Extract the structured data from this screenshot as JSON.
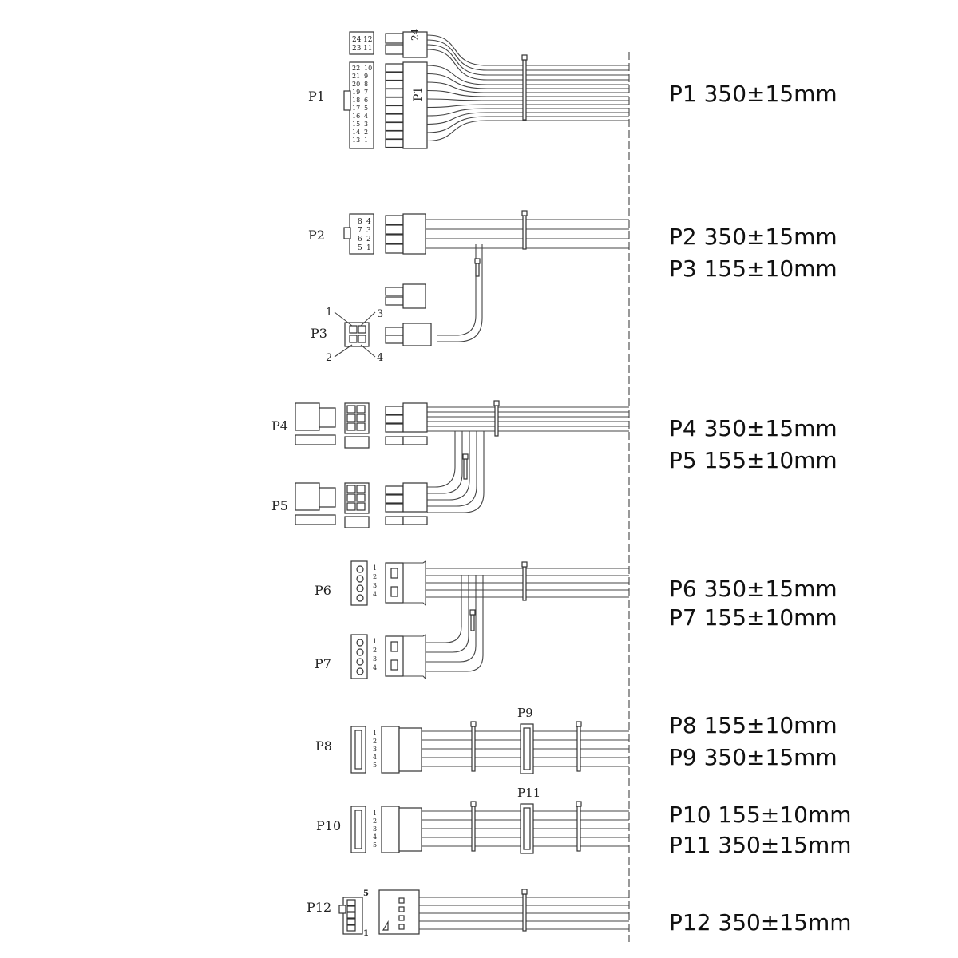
{
  "lengths": [
    {
      "label": "P1 350±15mm"
    },
    {
      "label": "P2 350±15mm"
    },
    {
      "label": "P3 155±10mm"
    },
    {
      "label": "P4 350±15mm"
    },
    {
      "label": "P5 155±10mm"
    },
    {
      "label": "P6 350±15mm"
    },
    {
      "label": "P7 155±10mm"
    },
    {
      "label": "P8 155±10mm"
    },
    {
      "label": "P9 350±15mm"
    },
    {
      "label": "P10 155±10mm"
    },
    {
      "label": "P11 350±15mm"
    },
    {
      "label": "P12 350±15mm"
    }
  ],
  "connector_labels": [
    "P1",
    "P2",
    "P3",
    "P4",
    "P5",
    "P6",
    "P7",
    "P8",
    "P9",
    "P10",
    "P11",
    "P12"
  ],
  "p1": {
    "body_label": "P1",
    "aux_label": "24",
    "pins_left": [
      "24",
      "23",
      "22",
      "21",
      "20",
      "19",
      "18",
      "17",
      "16",
      "15",
      "14",
      "13"
    ],
    "pins_right": [
      "12",
      "11",
      "10",
      "9",
      "8",
      "7",
      "6",
      "5",
      "4",
      "3",
      "2",
      "1"
    ]
  },
  "p2": {
    "pins_left": [
      "8",
      "7",
      "6",
      "5"
    ],
    "pins_right": [
      "4",
      "3",
      "2",
      "1"
    ]
  },
  "p3": {
    "callouts": [
      "1",
      "3",
      "2",
      "4"
    ]
  },
  "molex_pins": [
    "1",
    "2",
    "3",
    "4"
  ],
  "sata_pins": [
    "1",
    "2",
    "3",
    "4",
    "5"
  ],
  "p12": {
    "pin_top": "5",
    "pin_bottom": "1"
  }
}
